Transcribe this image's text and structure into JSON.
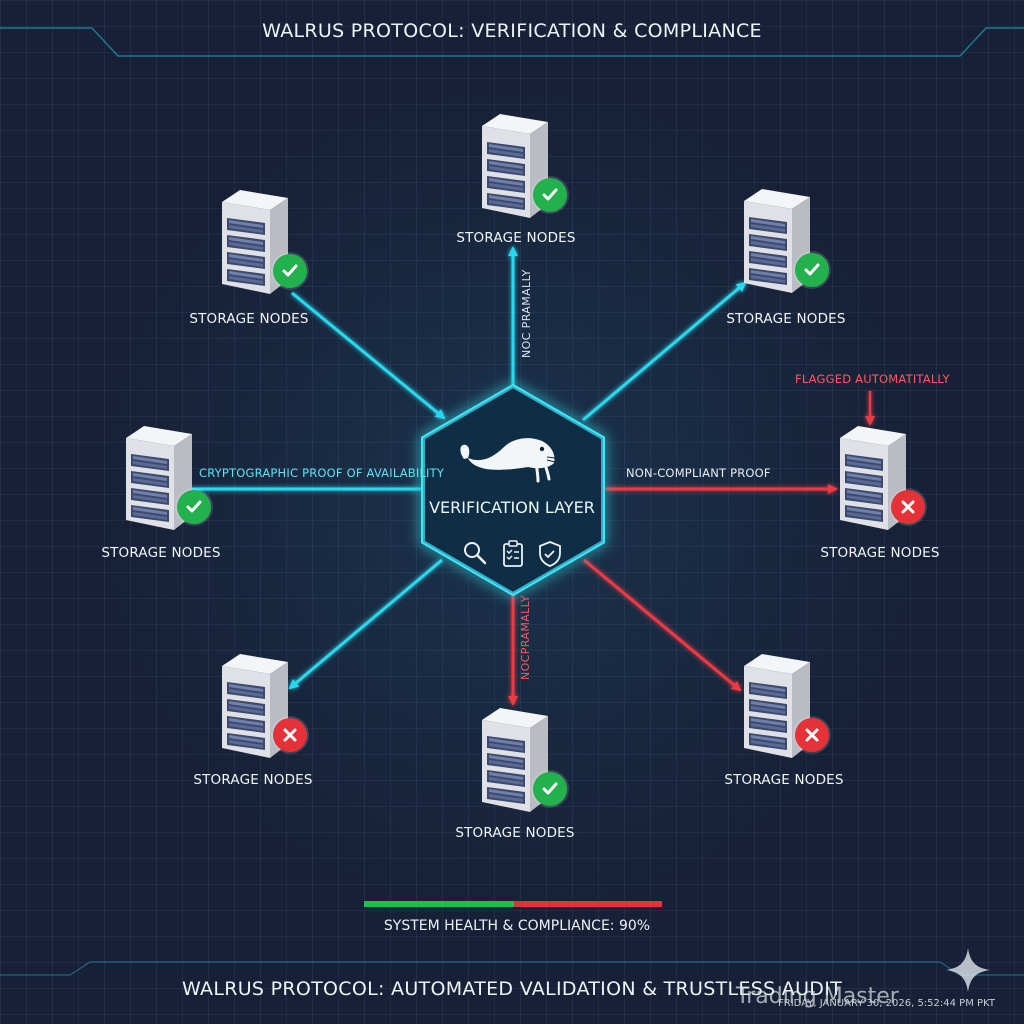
{
  "header": {
    "title": "WALRUS PROTOCOL: VERIFICATION & COMPLIANCE"
  },
  "hub": {
    "label": "VERIFICATION LAYER",
    "icons": [
      "walrus-logo-icon",
      "magnifier-icon",
      "clipboard-checklist-icon",
      "shield-check-icon"
    ]
  },
  "nodes": [
    {
      "label": "STORAGE NODES",
      "status": "verified"
    },
    {
      "label": "STORAGE NODES",
      "status": "verified"
    },
    {
      "label": "STORAGE NODES",
      "status": "verified"
    },
    {
      "label": "STORAGE NODES",
      "status": "verified"
    },
    {
      "label": "STORAGE NODES",
      "status": "failed"
    },
    {
      "label": "STORAGE NODES",
      "status": "failed"
    },
    {
      "label": "STORAGE NODES",
      "status": "verified"
    },
    {
      "label": "STORAGE NODES",
      "status": "failed"
    }
  ],
  "annotations": {
    "proof_of_availability": "CRYPTOGRAPHIC PROOF OF AVAILABILITY",
    "non_compliant_proof": "NON-COMPLIANT PROOF",
    "flagged": "FLAGGED AUTOMATITALLY",
    "vertical_top": "NOC PRAMALLY",
    "vertical_bottom": "NOCPRAMALLY"
  },
  "health": {
    "label": "SYSTEM HEALTH & COMPLIANCE: 90%",
    "percent": 90
  },
  "footer": {
    "title": "WALRUS PROTOCOL: AUTOMATED VALIDATION & TRUSTLESS AUDIT",
    "timestamp": "FRIDAY, JANUARY 30, 2026, 5:52:44 PM PKT",
    "watermark": "Trading Master"
  },
  "colors": {
    "background": "#172036",
    "accent": "#29d3ea",
    "compliant": "#22b14c",
    "noncompliant": "#e53238"
  }
}
